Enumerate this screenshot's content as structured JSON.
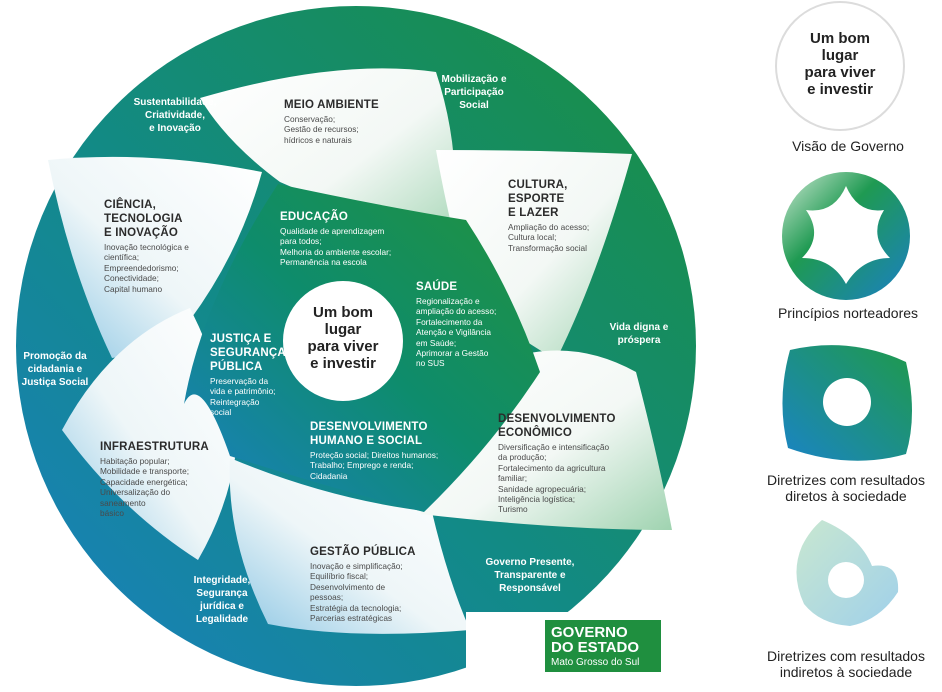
{
  "center": {
    "lines": [
      "Um bom",
      "lugar",
      "para viver",
      "e investir"
    ]
  },
  "principles": {
    "sustentabilidade": [
      "Sustentabilidade,",
      "Criatividade,",
      "e Inovação"
    ],
    "mobilizacao": [
      "Mobilização e",
      "Participação",
      "Social"
    ],
    "vida_digna": [
      "Vida digna e",
      "próspera"
    ],
    "governo_presente": [
      "Governo Presente,",
      "Transparente e",
      "Responsável"
    ],
    "integridade": [
      "Integridade,",
      "Segurança",
      "jurídica e",
      "Legalidade"
    ],
    "promocao": [
      "Promoção da",
      "cidadania e",
      "Justiça Social"
    ]
  },
  "indirect": {
    "meio_ambiente": {
      "title": [
        "MEIO AMBIENTE"
      ],
      "items": [
        "Conservação;",
        "Gestão de recursos;",
        "hídricos e naturais"
      ]
    },
    "cultura": {
      "title": [
        "CULTURA,",
        "ESPORTE",
        "E LAZER"
      ],
      "items": [
        "Ampliação do acesso;",
        "Cultura local;",
        "Transformação social"
      ]
    },
    "ciencia": {
      "title": [
        "CIÊNCIA,",
        "TECNOLOGIA",
        "E INOVAÇÃO"
      ],
      "items": [
        "Inovação tecnológica e",
        "científica;",
        "Empreendedorismo;",
        "Conectividade;",
        "Capital humano"
      ]
    },
    "infraestrutura": {
      "title": [
        "INFRAESTRUTURA"
      ],
      "items": [
        "Habitação popular;",
        "Mobilidade e transporte;",
        "Capacidade energética;",
        "Universalização do",
        "saneamento",
        "básico"
      ]
    },
    "gestao": {
      "title": [
        "GESTÃO PÚBLICA"
      ],
      "items": [
        "Inovação e simplificação;",
        "Equilíbrio fiscal;",
        "Desenvolvimento de",
        "pessoas;",
        "Estratégia da tecnologia;",
        "Parcerias estratégicas"
      ]
    },
    "desenvolvimento_economico": {
      "title": [
        "DESENVOLVIMENTO",
        "ECONÔMICO"
      ],
      "items": [
        "Diversificação e intensificação",
        "da produção;",
        "Fortalecimento da agricultura",
        "familiar;",
        "Sanidade agropecuária;",
        "Inteligência logística;",
        "Turismo"
      ]
    }
  },
  "direct": {
    "educacao": {
      "title": [
        "EDUCAÇÃO"
      ],
      "items": [
        "Qualidade de aprendizagem",
        "para todos;",
        "Melhoria do ambiente escolar;",
        "Permanência na escola"
      ]
    },
    "saude": {
      "title": [
        "SAÚDE"
      ],
      "items": [
        "Regionalização e",
        "ampliação do acesso;",
        "Fortalecimento da",
        "Atenção e Vigilância",
        "em Saúde;",
        "Aprimorar a Gestão",
        "no SUS"
      ]
    },
    "justica": {
      "title": [
        "JUSTIÇA E",
        "SEGURANÇA",
        "PÚBLICA"
      ],
      "items": [
        "Preservação da",
        "vida e patrimônio;",
        "Reintegração",
        "social"
      ]
    },
    "desenvolvimento_humano": {
      "title": [
        "DESENVOLVIMENTO",
        "HUMANO E SOCIAL"
      ],
      "items": [
        "Proteção social; Direitos humanos;",
        "Trabalho; Emprego e renda;",
        "Cidadania"
      ]
    }
  },
  "legend": {
    "visao_circle": [
      "Um bom",
      "lugar",
      "para viver",
      "e investir"
    ],
    "visao": [
      "Visão de Governo"
    ],
    "principios": [
      "Princípios norteadores"
    ],
    "diretas": [
      "Diretrizes com resultados",
      "diretos à sociedade"
    ],
    "indiretas": [
      "Diretrizes com resultados",
      "indiretos à sociedade"
    ]
  },
  "logo": {
    "line1": "GOVERNO",
    "line2": "DO ESTADO",
    "line3": "Mato Grosso do Sul"
  },
  "colors": {
    "green": "#1f8f3f",
    "teal": "#0f8a7a",
    "blue": "#1a84c4"
  }
}
